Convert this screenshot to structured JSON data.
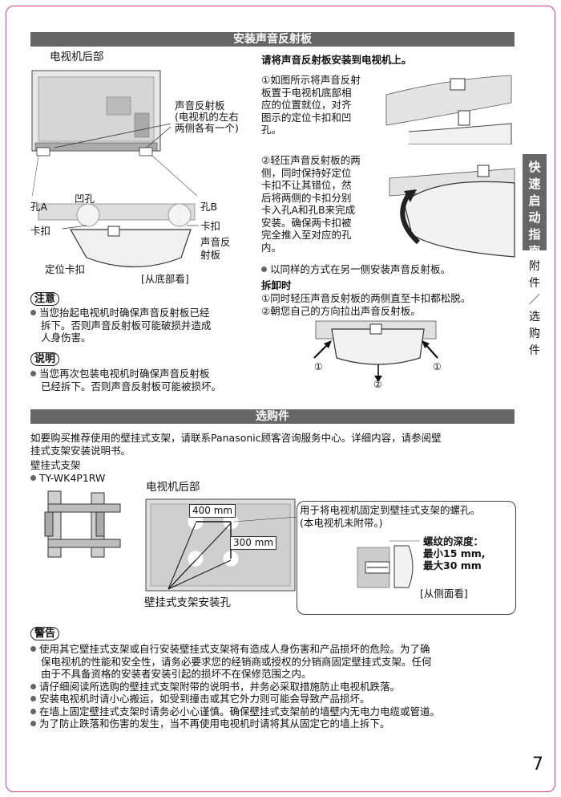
{
  "section1": {
    "title": "安装声音反射板",
    "tv_back_label": "电视机后部",
    "right_heading": "请将声音反射板安装到电视机上。",
    "callout_reflector": [
      "声音反射板",
      "(电视机的左右",
      "两侧各有一个)"
    ],
    "detail_labels": {
      "hole_a": "孔A",
      "recess": "凹孔",
      "hole_b": "孔B",
      "clip_left": "卡扣",
      "clip_right": "卡扣",
      "reflector": [
        "声音反",
        "射板"
      ],
      "locator": "定位卡扣",
      "from_bottom": "[从底部看]"
    },
    "step1": [
      "①如图所示将声音反射",
      "板置于电视机底部相",
      "应的位置就位，对齐",
      "图示的定位卡扣和凹",
      "孔。"
    ],
    "step2": [
      "②轻压声音反射板的两",
      "侧，同时保持好定位",
      "卡扣不让其错位，然",
      "后将两侧的卡扣分别",
      "卡入孔A和孔B来完成",
      "安装。确保两卡扣被",
      "完全推入至对应的孔",
      "内。"
    ],
    "other_side": "以同样的方式在另一侧安装声音反射板。",
    "removal_heading": "拆卸时",
    "removal_steps": [
      "①同时轻压声音反射板的两侧直至卡扣都松脱。",
      "②朝您自己的方向拉出声音反射板。"
    ],
    "removal_marks": [
      "①",
      "①",
      "②"
    ],
    "caution_label": "注意",
    "caution_lines": [
      "当您抬起电视机时确保声音反射板已经",
      "拆下。否则声音反射板可能破损并造成",
      "人身伤害。"
    ],
    "note_label": "说明",
    "note_lines": [
      "当您再次包装电视机时确保声音反射板",
      "已经拆下。否则声音反射板可能被损坏。"
    ]
  },
  "section2": {
    "title": "选购件",
    "intro": [
      "如要购买推荐使用的壁挂式支架，请联系Panasonic顾客咨询服务中心。详细内容，请参阅壁",
      "挂式支架安装说明书。"
    ],
    "bracket_label": "壁挂式支架",
    "model": "TY-WK4P1RW",
    "tv_back_label": "电视机后部",
    "dim_400": "400 mm",
    "dim_300": "300 mm",
    "holes_label": "壁挂式支架安装孔",
    "screw_note": [
      "用于将电视机固定到壁挂式支架的螺孔。",
      "(本电视机未附带。)"
    ],
    "depth_label": [
      "螺纹的深度：",
      "最小15 mm,",
      "最大30 mm"
    ],
    "side_view": "[从侧面看]",
    "warning_label": "警告",
    "warnings": [
      "使用其它壁挂式支架或自行安装壁挂式支架将有造成人身伤害和产品损坏的危险。为了确",
      "保电视机的性能和安全性，请务必要求您的经销商或授权的分销商固定壁挂式支架。任何",
      "由于不具备资格的安装者安装引起的损坏不在保修范围之内。",
      "请仔细阅读所选购的壁挂式支架附带的说明书，并务必采取措施防止电视机跌落。",
      "安装电视机时请小心搬运，如受到撞击或其它外力则可能会导致产品损坏。",
      "在墙上固定壁挂式支架时请务必小心谨慎。确保壁挂式支架前的墙壁内无电力电缆或管道。",
      "为了防止跌落和伤害的发生，当不再使用电视机时请将其从固定它的墙上拆下。"
    ]
  },
  "sidebar": {
    "tab": [
      "快",
      "速",
      "启",
      "动",
      "指",
      "南"
    ],
    "sub": [
      "附",
      "件",
      "／",
      "选",
      "购",
      "件"
    ]
  },
  "page_number": "7"
}
